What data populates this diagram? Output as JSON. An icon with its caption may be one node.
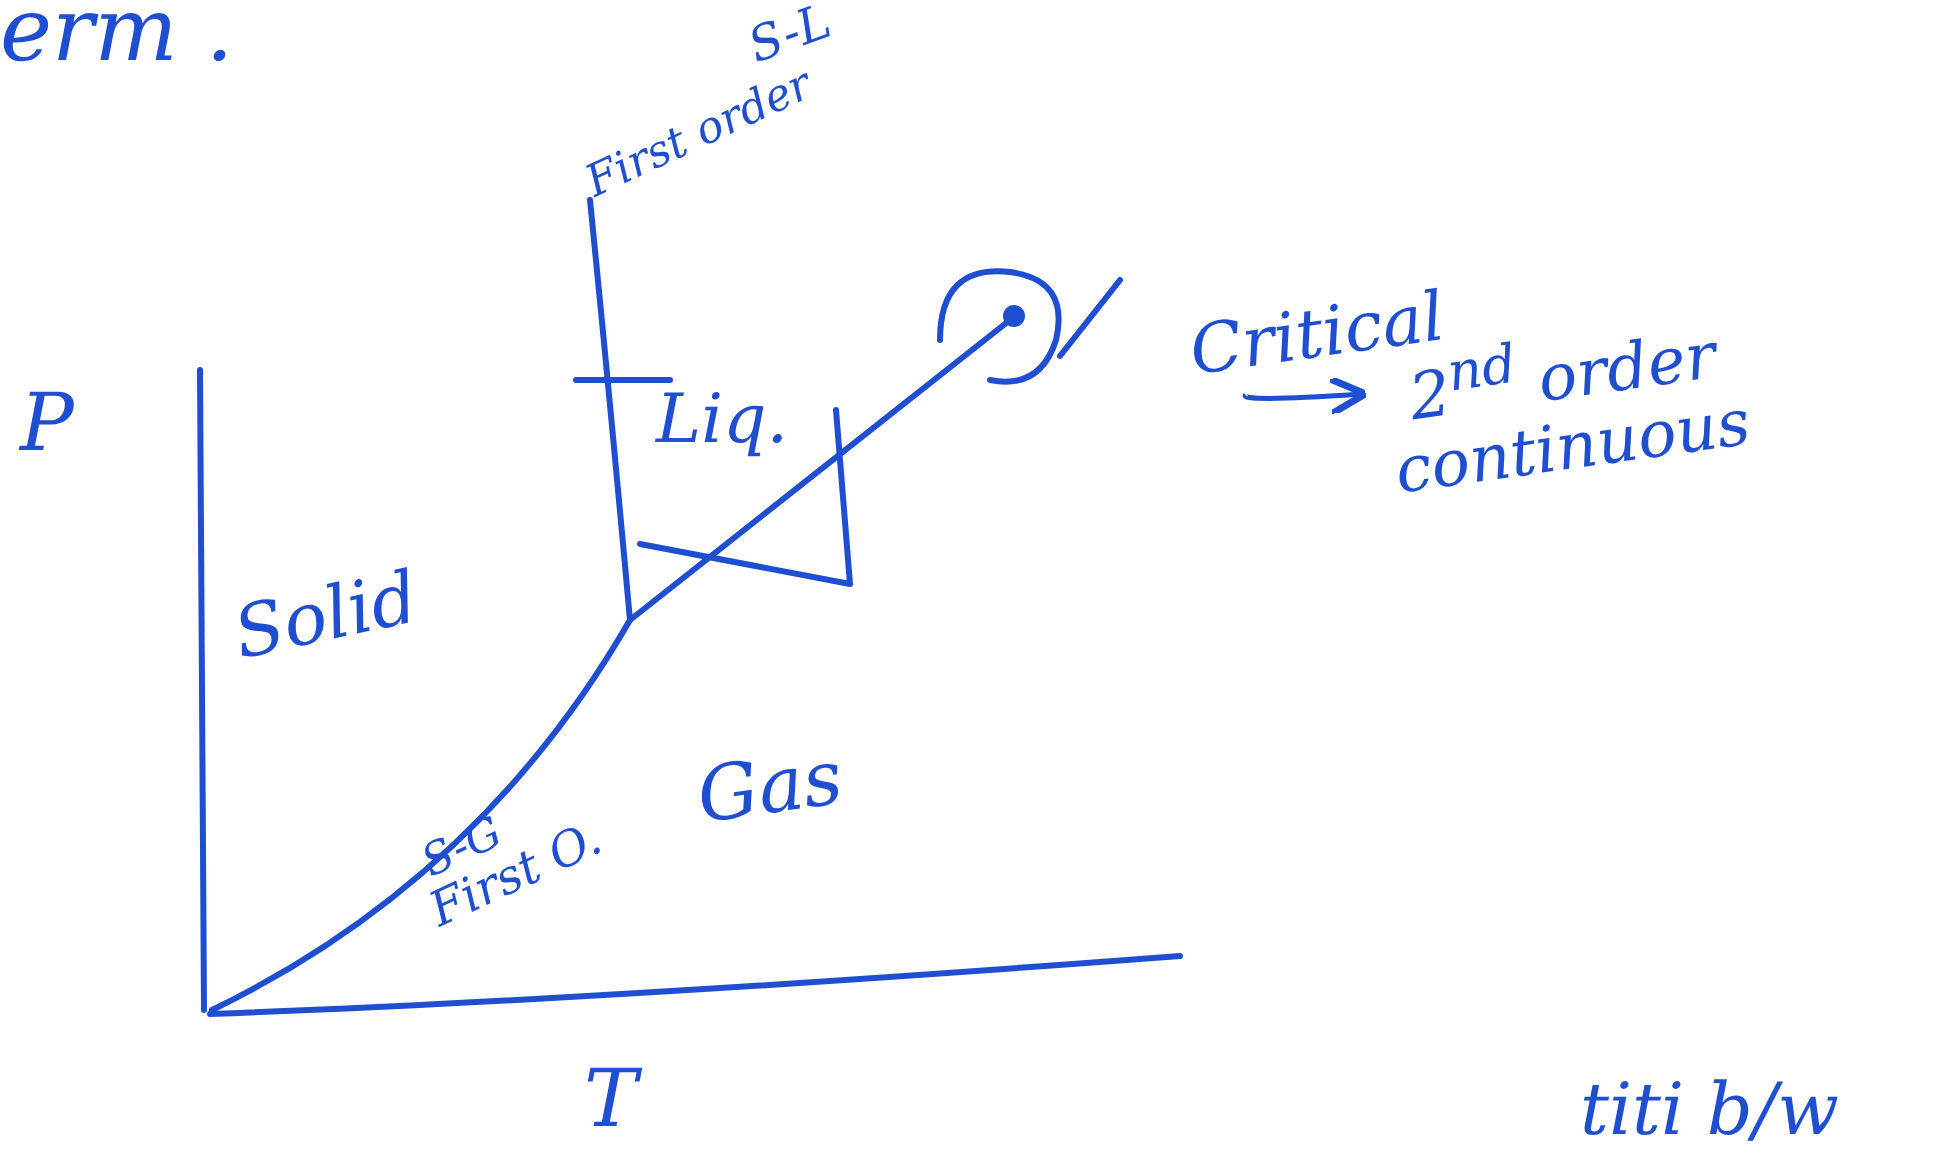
{
  "diagram": {
    "nodes": [
      {
        "text": [
          "Critical"
        ]
      },
      {
        "text": [
          "2$^{nd}$ order continuous"
        ]
      }
    ],
    "edges": [
      {
        "from": 0,
        "to": 1,
        "arrow": "to"
      }
    ],
    "labels": [
      "erm .",
      "S-L",
      "First order",
      "P",
      "Liq.",
      "Solid",
      "Gas",
      "S-G",
      "First O.",
      "T",
      "titi b/w"
    ]
  }
}
